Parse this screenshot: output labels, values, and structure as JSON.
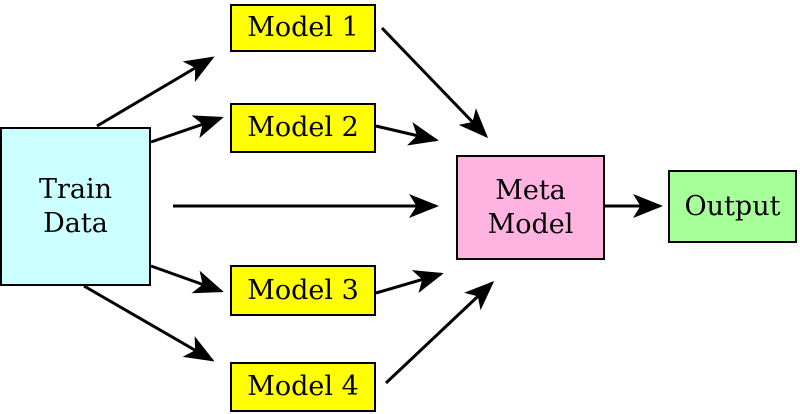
{
  "nodes": {
    "train": {
      "label": "Train\nData",
      "fill": "#ccffff"
    },
    "model1": {
      "label": "Model 1",
      "fill": "#ffff00"
    },
    "model2": {
      "label": "Model 2",
      "fill": "#ffff00"
    },
    "model3": {
      "label": "Model 3",
      "fill": "#ffff00"
    },
    "model4": {
      "label": "Model 4",
      "fill": "#ffff00"
    },
    "meta": {
      "label": "Meta\nModel",
      "fill": "#ffb3e0"
    },
    "output": {
      "label": "Output",
      "fill": "#a6ff99"
    }
  },
  "edges": [
    {
      "from": "train",
      "to": "model1"
    },
    {
      "from": "train",
      "to": "model2"
    },
    {
      "from": "train",
      "to": "meta"
    },
    {
      "from": "train",
      "to": "model3"
    },
    {
      "from": "train",
      "to": "model4"
    },
    {
      "from": "model1",
      "to": "meta"
    },
    {
      "from": "model2",
      "to": "meta"
    },
    {
      "from": "model3",
      "to": "meta"
    },
    {
      "from": "model4",
      "to": "meta"
    },
    {
      "from": "meta",
      "to": "output"
    }
  ],
  "colors": {
    "arrow": "#000000",
    "border": "#000000",
    "background": "#ffffff"
  }
}
